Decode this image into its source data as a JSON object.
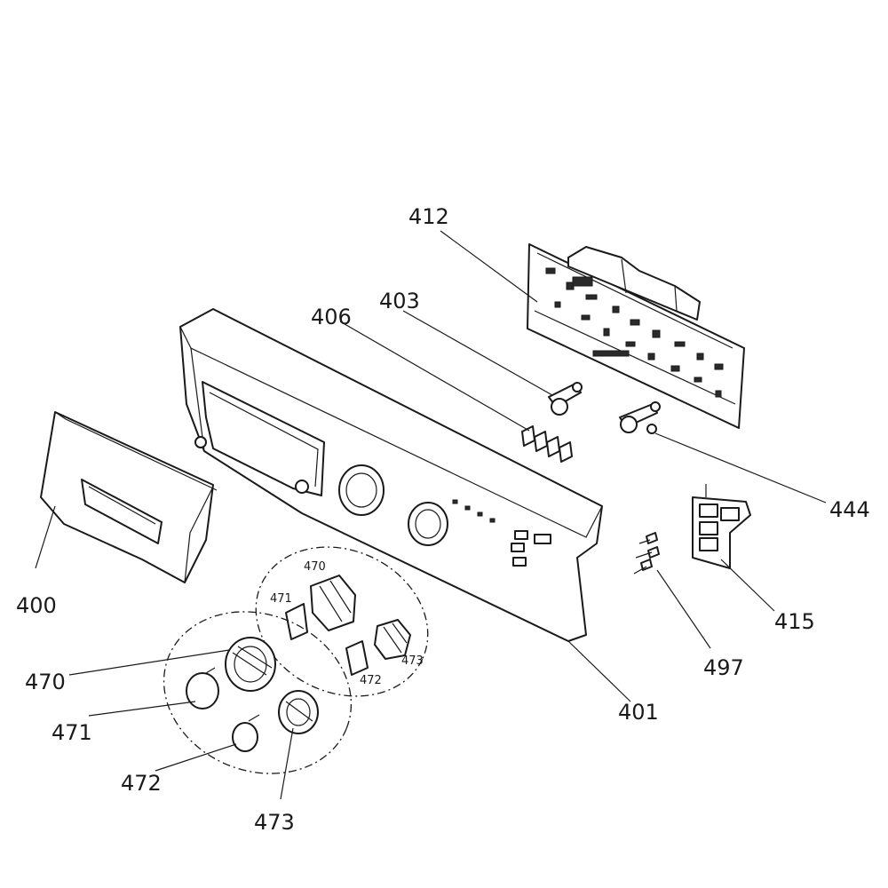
{
  "diagram": {
    "labels": {
      "l400": "400",
      "l401": "401",
      "l403": "403",
      "l406": "406",
      "l412": "412",
      "l415": "415",
      "l444": "444",
      "l470": "470",
      "l471": "471",
      "l472": "472",
      "l473": "473",
      "l497": "497",
      "inner_470": "470",
      "inner_471": "471",
      "inner_472": "472",
      "inner_473": "473"
    },
    "colors": {
      "line": "#1a1a1a",
      "background": "#ffffff"
    }
  }
}
